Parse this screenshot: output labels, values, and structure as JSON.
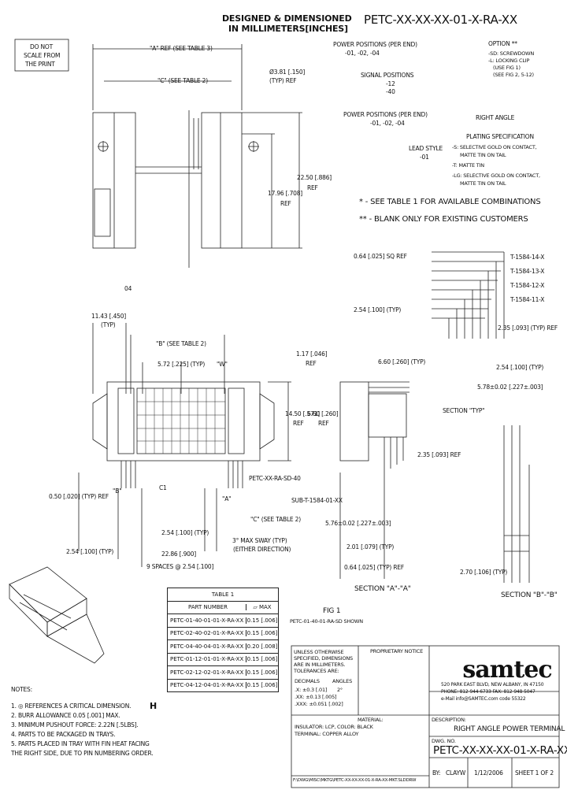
{
  "header": {
    "designed_line1": "DESIGNED & DIMENSIONED",
    "designed_line2": "IN MILLIMETERS[INCHES]",
    "part_code": "PETC-XX-XX-XX-01-X-RA-XX",
    "do_not_scale": [
      "DO NOT",
      "SCALE FROM",
      "THE PRINT"
    ]
  },
  "callouts": {
    "power_positions_1": "POWER POSITIONS (PER END)",
    "power_positions_1_values": "-01, -02, -04",
    "signal_positions": "SIGNAL POSITIONS",
    "signal_positions_values": [
      "-12",
      "-40"
    ],
    "power_positions_2": "POWER POSITIONS (PER END)",
    "power_positions_2_values": "-01, -02, -04",
    "lead_style": "LEAD STYLE",
    "lead_style_value": "-01",
    "option": "OPTION  **",
    "option_values": [
      "-SD: SCREWDOWN",
      "-L: LOCKING CLIP",
      "(USE FIG 1)",
      "(SEE FIG 2, 5-12)"
    ],
    "right_angle": "RIGHT ANGLE",
    "plating_spec": "PLATING SPECIFICATION",
    "plating_values": [
      "-S: SELECTIVE GOLD ON CONTACT,",
      "MATTE TIN ON TAIL",
      "-T: MATTE TIN",
      "-LG: SELECTIVE GOLD ON CONTACT,",
      "MATTE TIN ON TAIL"
    ],
    "see_table": "* - SEE TABLE 1 FOR AVAILABLE COMBINATIONS",
    "blank_only": "** - BLANK ONLY FOR EXISTING CUSTOMERS"
  },
  "dims": {
    "a_ref": "\"A\" REF (SEE TABLE 3)",
    "c_table": "\"C\" (SEE TABLE 2)",
    "hole": "Ø3.81 [.150]",
    "hole_typ": "(TYP) REF",
    "h2250": "22.50 [.886]",
    "h2250_ref": "REF",
    "h1796": "17.96 [.708]",
    "h1796_ref": "REF",
    "d1143": "11.43 [.450]",
    "d1143_typ": "(TYP)",
    "b_table": "\"B\" (SEE TABLE 2)",
    "d572": "5.72 [.225] (TYP)",
    "w_label": "\"W\"",
    "d1450": "14.50 [.571]",
    "d1450_ref": "REF",
    "d030": "0.50 [.020] (TYP) REF",
    "b_label": "\"B\"",
    "a_label": "\"A\"",
    "c_label": "\"C\" (SEE TABLE 2)",
    "d254a": "2.54 [.100] (TYP)",
    "d254b": "2.54 [.100] (TYP)",
    "d2286": "22.86 [.900]",
    "sway": "3° MAX SWAY (TYP)",
    "sway2": "(EITHER DIRECTION)",
    "spaces": "9 SPACES @ 2.54 [.100]",
    "petc_sd": "PETC-XX-RA-SD-40",
    "c1_label": "C1",
    "c2_label": "04",
    "d064sq": "0.64 [.025] SQ REF",
    "t1": "T-1584-14-X",
    "t2": "T-1584-13-X",
    "t3": "T-1584-12-X",
    "t4": "T-1584-11-X",
    "d254c": "2.54 [.100] (TYP)",
    "d235": "2.35 [.093] (TYP) REF",
    "d660": "6.60 [.260] (TYP)",
    "d254d": "2.54 [.100] (TYP)",
    "d578": "5.78±0.02 [.227±.003]",
    "d117": "1.17 [.046]",
    "d117_ref": "REF",
    "d660b": "6.60 [.260]",
    "d660b_ref": "REF",
    "d235b": "2.35 [.093] REF",
    "sub": "SUB-T-1584-01-XX",
    "d578b": "5.76±0.02 [.227±.003]",
    "d201": "2.01 [.079] (TYP)",
    "d064": "0.64 [.025] (TYP) REF",
    "d270": "2.70 [.106] (TYP)",
    "section_typ": "SECTION \"TYP\"",
    "section_aa": "SECTION \"A\"-\"A\"",
    "section_bb": "SECTION \"B\"-\"B\"",
    "fig1": "FIG 1",
    "fig1_sub": "PETC-01-40-01-RA-SD SHOWN"
  },
  "table1": {
    "title": "TABLE 1",
    "col1": "PART NUMBER",
    "col2": "▱ MAX",
    "rows": [
      [
        "PETC-01-40-01-01-X-RA-XX",
        "0.15 [.006]"
      ],
      [
        "PETC-02-40-02-01-X-RA-XX",
        "0.15 [.006]"
      ],
      [
        "PETC-04-40-04-01-X-RA-XX",
        "0.20 [.008]"
      ],
      [
        "PETC-01-12-01-01-X-RA-XX",
        "0.15 [.006]"
      ],
      [
        "PETC-02-12-02-01-X-RA-XX",
        "0.15 [.006]"
      ],
      [
        "PETC-04-12-04-01-X-RA-XX",
        "0.15 [.006]"
      ]
    ]
  },
  "notes": {
    "title": "NOTES:",
    "items": [
      "1. ◎ REFERENCES A CRITICAL DIMENSION.",
      "2. BURR ALLOWANCE 0.05 [.001] MAX.",
      "3. MINIMUM PUSHOUT FORCE: 2.22N [.5LBS].",
      "4. PARTS TO BE PACKAGED IN TRAYS.",
      "5. PARTS PLACED IN TRAY WITH FIN HEAT FACING",
      "   THE RIGHT SIDE, DUE TO PIN NUMBERING ORDER."
    ],
    "h_mark": "H"
  },
  "title_block": {
    "tolerance_title": "UNLESS OTHERWISE SPECIFIED, DIMENSIONS ARE IN MILLIMETERS. TOLERANCES ARE:",
    "decimal_label": "DECIMALS",
    "angles_label": "ANGLES",
    "tol_rows": [
      ".X: ±0.3 [.01]",
      ".XX: ±0.13 [.005]",
      ".XXX: ±0.051 [.002]"
    ],
    "angle_value": "2°",
    "proprietary": "PROPRIETARY NOTICE",
    "material_label": "MATERIAL:",
    "insulator": "INSULATOR: LCP, COLOR: BLACK",
    "terminal": "TERMINAL: COPPER ALLOY",
    "company": "samtec",
    "address": [
      "520 PARK EAST BLVD, NEW ALBANY, IN 47150",
      "PHONE: 812-944-6733  FAX: 812-948-5047",
      "e-Mail info@SAMTEC.com  code 55322"
    ],
    "description_label": "DESCRIPTION:",
    "description": "RIGHT ANGLE POWER TERMINAL",
    "dwg_label": "DWG. NO.",
    "dwg_no": "PETC-XX-XX-XX-01-X-RA-XX",
    "by_label": "BY:",
    "by": "CLAYW",
    "date": "1/12/2006",
    "sheet": "SHEET 1 OF 2",
    "footer": "F:\\DWG\\MISC\\MKTG\\PETC-XX-XX-XX-01-X-RA-XX-MKT.SLDDRW"
  }
}
